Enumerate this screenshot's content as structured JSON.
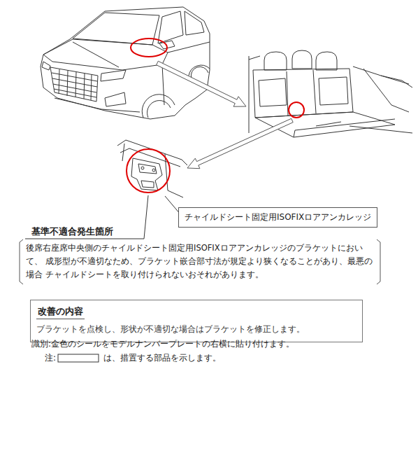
{
  "diagram": {
    "nodes": [
      {
        "text": [
          "チャイルドシート固定用ISOFIXロアアンカレッジ"
        ]
      },
      {
        "text": [
          "基準不適合発生箇所",
          "後席右座席中央側のチャイルドシート固定用ISOFIXロアアンカレッジのブラケットにおいて、 成形型が不適切なため、ブラケット嵌合部寸法が規定より狭くなることがあり、最悪の場合 チャイルドシートを取り付けられないおそれがあります。"
        ]
      },
      {
        "text": [
          "改善の内容",
          "ブラケットを点検し、形状が不適切な場合はブラケットを修正します。"
        ]
      }
    ],
    "labels": [
      "識別:金色のシールをモデルナンバープレートの右横に貼り付けます。",
      "注:",
      "は、措置する部品を示します。"
    ]
  }
}
